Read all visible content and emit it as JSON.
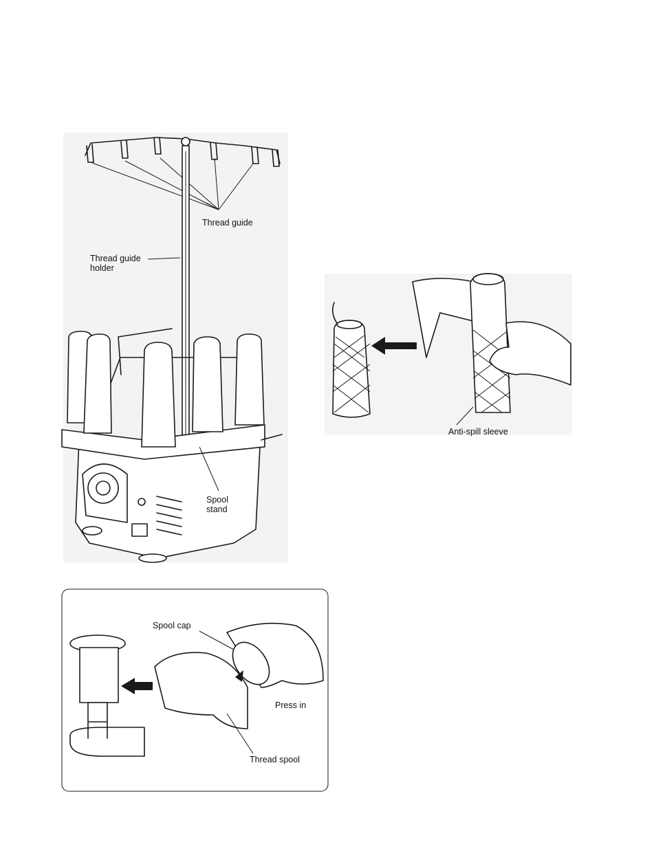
{
  "figure_top": {
    "labels": {
      "thread_guide": "Thread guide",
      "thread_guide_holder": "Thread guide\nholder",
      "spool_stand": "Spool\nstand"
    }
  },
  "figure_sleeve": {
    "labels": {
      "anti_spill_sleeve": "Anti-spill sleeve"
    }
  },
  "figure_cap": {
    "labels": {
      "spool_cap": "Spool cap",
      "press_in": "Press in",
      "thread_spool": "Thread spool"
    }
  }
}
